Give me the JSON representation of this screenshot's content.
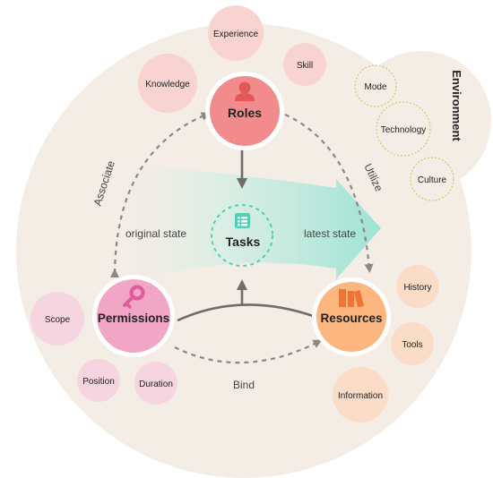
{
  "environment": {
    "title": "Environment",
    "items": [
      "Mode",
      "Technology",
      "Culture"
    ]
  },
  "center": {
    "label": "Tasks"
  },
  "nodes": {
    "roles": {
      "label": "Roles"
    },
    "permissions": {
      "label": "Permissions"
    },
    "resources": {
      "label": "Resources"
    }
  },
  "roles_attributes": [
    "Experience",
    "Skill",
    "Knowledge"
  ],
  "permissions_attributes": [
    "Scope",
    "Position",
    "Duration"
  ],
  "resources_attributes": [
    "History",
    "Tools",
    "Information"
  ],
  "edges": {
    "associate": "Associate",
    "utilize": "Utilize",
    "bind": "Bind"
  },
  "states": {
    "original": "original state",
    "latest": "latest state"
  },
  "colors": {
    "background": "#f4ede6",
    "roles": "#f28c8c",
    "permissions": "#f2a6c6",
    "resources": "#fbb77f",
    "tasks_accent": "#4fcfb5",
    "arrow_teal": "#9ee3d3",
    "roles_attr": "#f9d3cf",
    "permissions_attr": "#f6d5e1",
    "resources_attr": "#fbdcc6"
  }
}
